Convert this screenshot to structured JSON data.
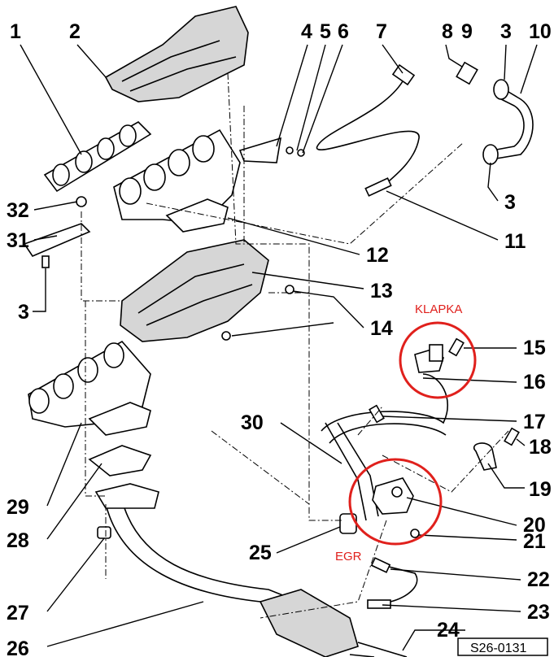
{
  "labels": {
    "p1": "1",
    "p2": "2",
    "p4": "4",
    "p5": "5",
    "p6": "6",
    "p7": "7",
    "p8": "8",
    "p9": "9",
    "p3a": "3",
    "p10": "10",
    "p3b": "3",
    "p11": "11",
    "p12": "12",
    "p13": "13",
    "p14": "14",
    "p15": "15",
    "p16": "16",
    "p17": "17",
    "p18": "18",
    "p19": "19",
    "p20": "20",
    "p21": "21",
    "p22": "22",
    "p23": "23",
    "p24": "24",
    "p32": "32",
    "p31": "31",
    "p3c": "3",
    "p30": "30",
    "p29": "29",
    "p28": "28",
    "p25": "25",
    "p27": "27",
    "p26": "26"
  },
  "annotations": {
    "klapka": "KLAPKA",
    "egr": "EGR"
  },
  "drawing_code": "S26-0131",
  "colors": {
    "annotation": "#e0201c",
    "shield": "#d6d6d6"
  }
}
